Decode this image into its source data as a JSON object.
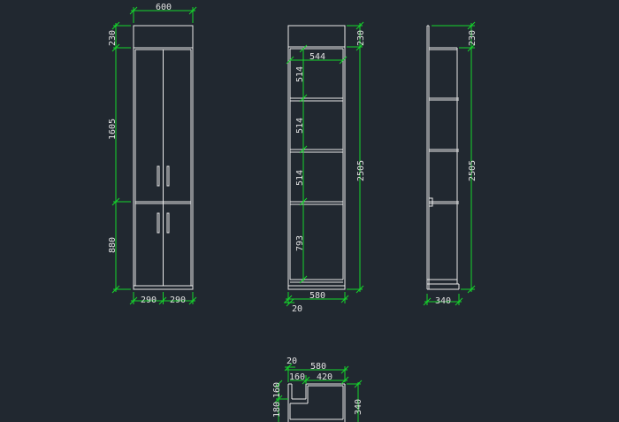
{
  "colors": {
    "background": "#212830",
    "outline": "#e9e9e9",
    "dimension_line": "#15d62b",
    "dimension_text": "#e2e2e2"
  },
  "front_view": {
    "width": "600",
    "top_height": "230",
    "upper_door_height": "1605",
    "lower_door_height": "880",
    "left_door_width": "290",
    "right_door_width": "290"
  },
  "interior_view": {
    "top_height": "230",
    "inner_width": "544",
    "shelf_1": "514",
    "shelf_2": "514",
    "shelf_3": "514",
    "shelf_4": "793",
    "total_height": "2505",
    "outer_width": "580",
    "side_thickness": "20"
  },
  "side_view": {
    "top_height": "230",
    "total_height": "2505",
    "depth": "340"
  },
  "plan_view": {
    "side_thickness": "20",
    "total_width": "580",
    "offset_left": "160",
    "inner_width": "420",
    "depth_a": "160",
    "depth_b": "180",
    "total_depth": "340"
  }
}
